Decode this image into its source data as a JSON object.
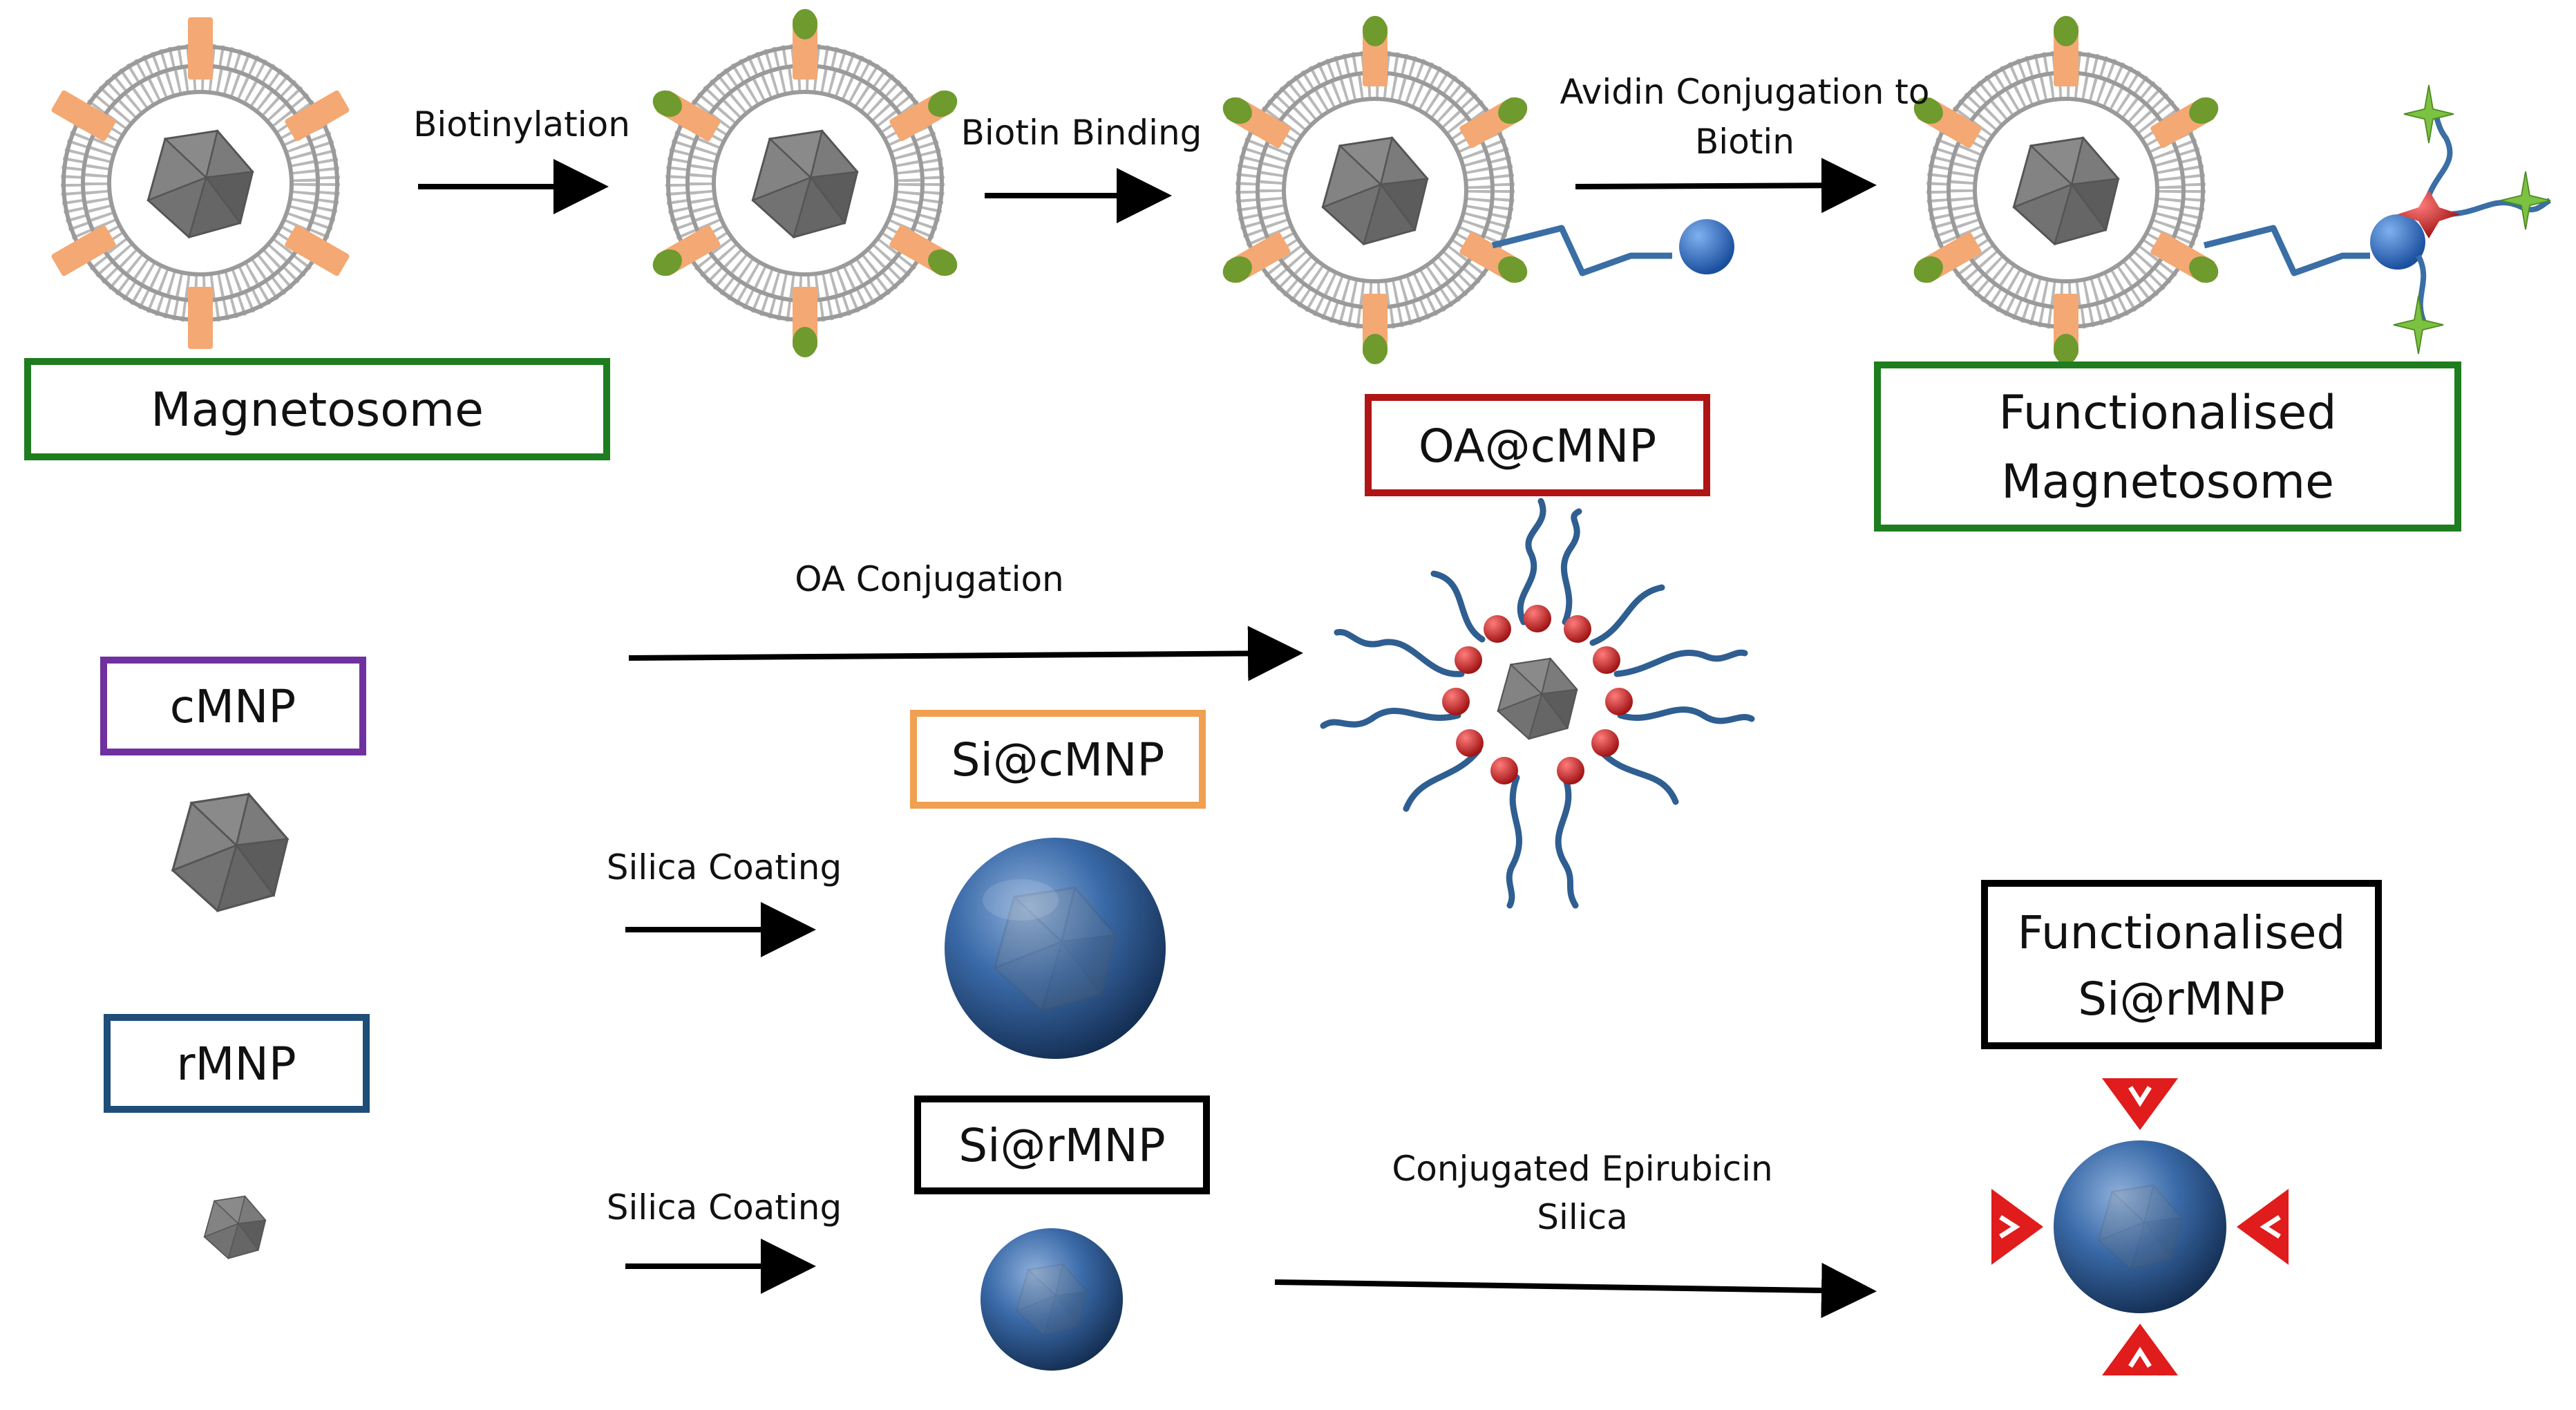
{
  "steps": {
    "biotinylation": "Biotinylation",
    "biotin_binding": "Biotin Binding",
    "avidin_line1": "Avidin Conjugation to",
    "avidin_line2": "Biotin",
    "oa_conjugation": "OA Conjugation",
    "silica_coating_c": "Silica Coating",
    "silica_coating_r": "Silica Coating",
    "epirubicin_line1": "Conjugated Epirubicin",
    "epirubicin_line2": "Silica"
  },
  "boxes": {
    "magnetosome": "Magnetosome",
    "functionalised_mag_line1": "Functionalised",
    "functionalised_mag_line2": "Magnetosome",
    "oa_cmnp": "OA@cMNP",
    "cmnp": "cMNP",
    "si_cmnp": "Si@cMNP",
    "rmnp": "rMNP",
    "si_rmnp": "Si@rMNP",
    "functionalised_si_line1": "Functionalised",
    "functionalised_si_line2": "Si@rMNP"
  },
  "colors": {
    "magnetosome_box": "#1e7d1e",
    "oa_box": "#b01515",
    "cmnp_box": "#7030a0",
    "si_cmnp_box": "#f0a050",
    "rmnp_box": "#1f4e79",
    "black_box": "#000000",
    "membrane_protein": "#f4a873",
    "biotin": "#6e9a2e",
    "avidin_ball": "#2f6fc0",
    "linker": "#3a6ea5",
    "oa_dot": "#c0282b",
    "silica_shell": "#2f5f9e",
    "epirubicin": "#e01c1c",
    "ligand_star": "#7cc242",
    "crystal": "#6b6b6b"
  }
}
